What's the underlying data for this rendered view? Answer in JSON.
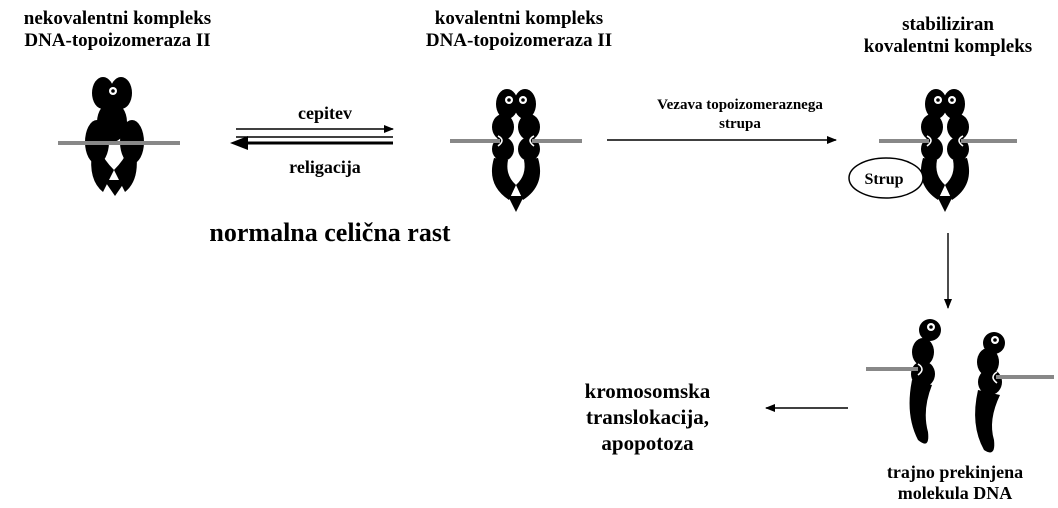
{
  "labels": {
    "noncovalent": [
      "nekovalentni kompleks",
      "DNA-topoizomeraza II"
    ],
    "covalent": [
      "kovalentni kompleks",
      "DNA-topoizomeraza II"
    ],
    "stabilized": [
      "stabiliziran",
      "kovalentni kompleks"
    ],
    "cleavage": "cepitev",
    "religation": "religacija",
    "normal_growth": "normalna celična rast",
    "poison_binding": [
      "Vezava topoizomeraznega",
      "strupa"
    ],
    "poison": "Strup",
    "outcome": [
      "kromosomska",
      "translokacija,",
      "apopotoza"
    ],
    "broken_dna": [
      "trajno prekinjena",
      "molekula DNA"
    ]
  },
  "colors": {
    "protein": "#000000",
    "dna": "#888888",
    "background": "#ffffff"
  }
}
